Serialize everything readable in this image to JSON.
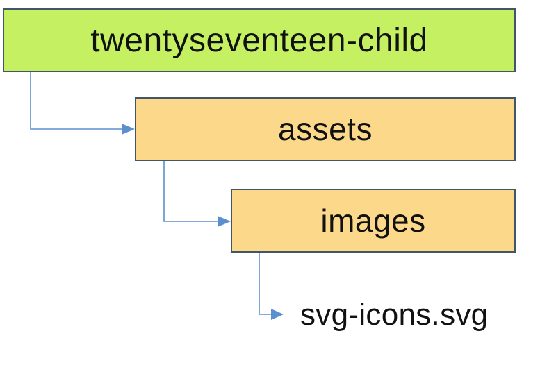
{
  "tree": {
    "root": {
      "label": "twentyseventeen-child"
    },
    "assets": {
      "label": "assets"
    },
    "images": {
      "label": "images"
    },
    "file": {
      "label": "svg-icons.svg"
    }
  },
  "colors": {
    "root_fill": "#c5f062",
    "folder_fill": "#fbd88a",
    "border": "#42556a",
    "connector": "#5b8fcf",
    "text": "#111111"
  }
}
